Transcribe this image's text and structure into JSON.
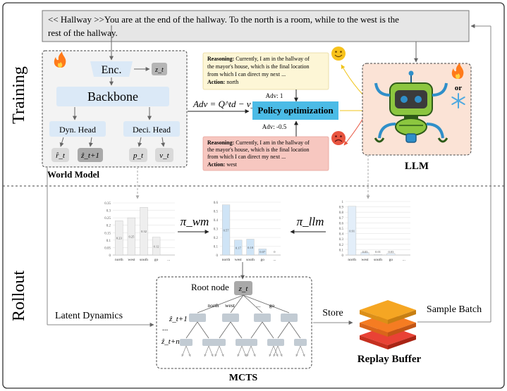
{
  "sections": {
    "training": "Training",
    "rollout": "Rollout"
  },
  "observation": {
    "line1": "<< Hallway >>You are at the end of the hallway. To the north is a room, while to the west is the",
    "line2": "rest of the hallway."
  },
  "world_model": {
    "encoder": "Enc.",
    "latent": "z_t",
    "backbone": "Backbone",
    "dyn_head": "Dyn. Head",
    "deci_head": "Deci. Head",
    "outputs": [
      "r̂_t",
      "ẑ_t+1",
      "p_t",
      "v_t"
    ],
    "label": "World Model"
  },
  "reasoning_good": {
    "label": "Reasoning:",
    "line1": "Currently, I am in the hallway of",
    "line2": "the mayor's house, which is the final location",
    "line3": "from which I can direct my next ...",
    "action_label": "Action:",
    "action": "north",
    "adv": "Adv: 1"
  },
  "reasoning_bad": {
    "label": "Reasoning:",
    "line1": "Currently, I am in the hallway of",
    "line2": "the mayor's house, which is the final location",
    "line3": "from which I can direct my next ...",
    "action_label": "Action:",
    "action": "west",
    "adv": "Adv: -0.5"
  },
  "advantage_formula": "Adv = Q^td − v_t",
  "policy_optimization": "Policy optimization",
  "llm": {
    "label": "LLM",
    "or": "or"
  },
  "policy_labels": {
    "pi_wm": "π_wm",
    "pi_llm": "π_llm"
  },
  "mcts": {
    "root": "Root node",
    "root_latent": "z_t",
    "edges": [
      "north",
      "west",
      "...",
      "go"
    ],
    "depth1": "ẑ_t+1",
    "ellipsis": "...",
    "depthn": "ẑ_t+n",
    "label": "MCTS"
  },
  "latent_dynamics": "Latent Dynamics",
  "store": "Store",
  "sample_batch": "Sample Batch",
  "replay_buffer": "Replay Buffer",
  "colors": {
    "panel_gray": "#e6e6e6",
    "head_blue": "#dbe9f7",
    "policy_blue": "#4bbbe6",
    "reason_yellow": "#fdf6d6",
    "reason_red": "#f7c7c0",
    "llm_bg": "#fbe3d6",
    "robot_green": "#8cc63f",
    "robot_blue": "#2f8fc9",
    "buffer_orange": "#f59a23",
    "buffer_red": "#e94235"
  },
  "chart_data": [
    {
      "type": "bar",
      "categories": [
        "north",
        "west",
        "south",
        "go",
        "..."
      ],
      "values": [
        0.23,
        0.25,
        0.32,
        0.12,
        null
      ],
      "data_labels": [
        "0.23",
        "0.25",
        "0.32",
        "0.12",
        ""
      ],
      "yticks": [
        "0",
        "0.05",
        "0.1",
        "0.15",
        "0.2",
        "0.25",
        "0.3",
        "0.35"
      ],
      "ylim": [
        0,
        0.35
      ],
      "bar_color": "#eeeeee"
    },
    {
      "type": "bar",
      "categories": [
        "north",
        "west",
        "south",
        "go",
        "..."
      ],
      "values": [
        0.57,
        0.17,
        0.18,
        0.07,
        0
      ],
      "data_labels": [
        "0.57",
        "0.17",
        "0.18",
        "0.07",
        "0"
      ],
      "yticks": [
        "0",
        "0.1",
        "0.2",
        "0.3",
        "0.4",
        "0.5",
        "0.6"
      ],
      "ylim": [
        0,
        0.6
      ],
      "bar_color": "#cfe4f6"
    },
    {
      "type": "bar",
      "categories": [
        "north",
        "west",
        "south",
        "go",
        "..."
      ],
      "values": [
        0.91,
        0.05,
        0.01,
        0.03,
        null
      ],
      "data_labels": [
        "0.91",
        "0.05",
        "0.01",
        "0.03",
        ""
      ],
      "yticks": [
        "0",
        "0.1",
        "0.2",
        "0.3",
        "0.4",
        "0.5",
        "0.6",
        "0.7",
        "0.8",
        "0.9",
        "1"
      ],
      "ylim": [
        0,
        1
      ],
      "bar_color": "#e3eef9"
    }
  ]
}
